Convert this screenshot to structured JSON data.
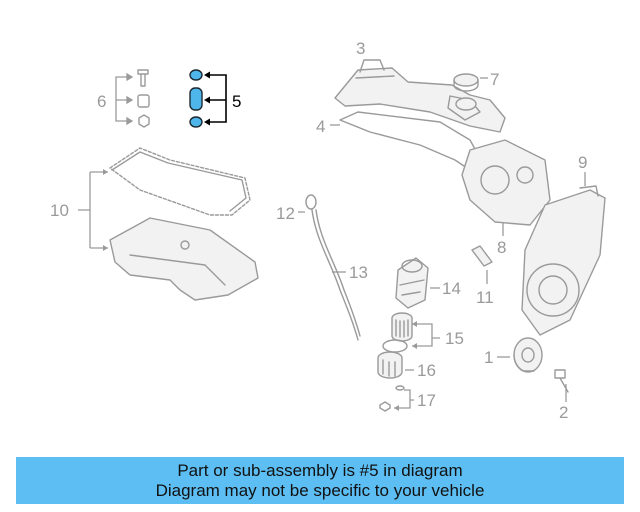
{
  "diagram": {
    "highlight_color": "#4fb6ec",
    "callouts": [
      {
        "id": "1",
        "label": "1"
      },
      {
        "id": "2",
        "label": "2"
      },
      {
        "id": "3",
        "label": "3"
      },
      {
        "id": "4",
        "label": "4"
      },
      {
        "id": "5",
        "label": "5",
        "highlighted": true
      },
      {
        "id": "6",
        "label": "6"
      },
      {
        "id": "7",
        "label": "7"
      },
      {
        "id": "8",
        "label": "8"
      },
      {
        "id": "9",
        "label": "9"
      },
      {
        "id": "10",
        "label": "10"
      },
      {
        "id": "11",
        "label": "11"
      },
      {
        "id": "12",
        "label": "12"
      },
      {
        "id": "13",
        "label": "13"
      },
      {
        "id": "14",
        "label": "14"
      },
      {
        "id": "15",
        "label": "15"
      },
      {
        "id": "16",
        "label": "16"
      },
      {
        "id": "17",
        "label": "17"
      }
    ]
  },
  "banner": {
    "color": "#5cbef3",
    "line1": "Part or sub-assembly is #5 in diagram",
    "line2": "Diagram may not be specific to your vehicle"
  }
}
